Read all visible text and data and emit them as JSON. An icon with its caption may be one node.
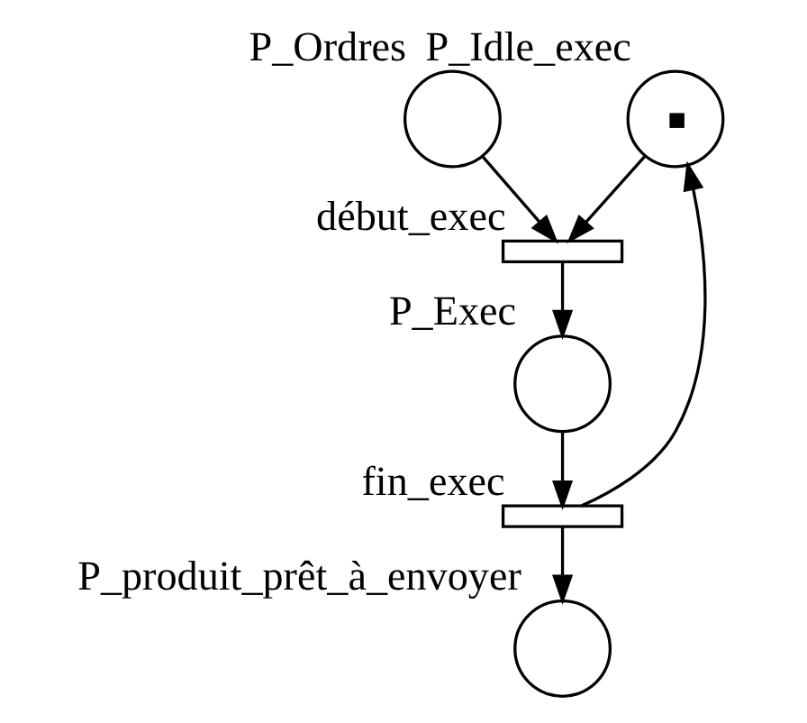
{
  "diagram": {
    "nodes": [
      {
        "text": [
          "P_Ordres"
        ]
      },
      {
        "text": [
          "P_Idle_exec"
        ]
      },
      {
        "text": [
          "début_exec"
        ]
      },
      {
        "text": [
          "P_Exec"
        ]
      },
      {
        "text": [
          "fin_exec"
        ]
      },
      {
        "text": [
          "P_produit_prêt_à_envoyer"
        ]
      }
    ],
    "edges": [
      {
        "from": 0,
        "to": 2,
        "arrow": "to"
      },
      {
        "from": 1,
        "to": 2,
        "arrow": "to"
      },
      {
        "from": 2,
        "to": 3,
        "arrow": "to"
      },
      {
        "from": 3,
        "to": 4,
        "arrow": "to"
      },
      {
        "from": 4,
        "to": 5,
        "arrow": "to"
      },
      {
        "from": 4,
        "to": 1,
        "arrow": "to"
      }
    ]
  }
}
